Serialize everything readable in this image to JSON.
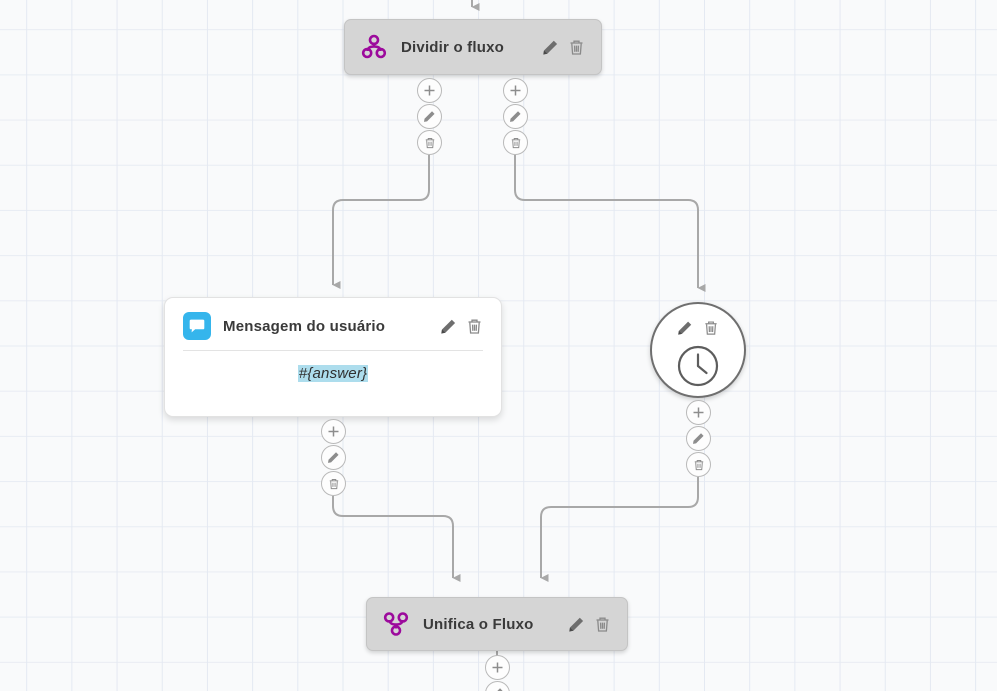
{
  "canvas": {
    "grid_color": "#e4e9f2",
    "background_color": "#f9fafb"
  },
  "palette": {
    "accent_purple": "#9c0a9c",
    "chat_blue": "#35b5ec",
    "variable_highlight": "#addded",
    "edge_gray": "#a8a8a8",
    "node_gray": "#d5d5d5"
  },
  "nodes": {
    "split": {
      "title": "Dividir o fluxo",
      "icon": "split-flow-icon",
      "edit_label": "Editar",
      "delete_label": "Excluir"
    },
    "message": {
      "title": "Mensagem do usuário",
      "icon": "chat-bubble-icon",
      "variable": "#{answer}",
      "edit_label": "Editar",
      "delete_label": "Excluir"
    },
    "delay": {
      "icon": "clock-icon",
      "edit_label": "Editar",
      "delete_label": "Excluir"
    },
    "merge": {
      "title": "Unifica o Fluxo",
      "icon": "merge-flow-icon",
      "edit_label": "Editar",
      "delete_label": "Excluir"
    }
  },
  "connector_buttons": {
    "add_label": "Adicionar",
    "edit_label": "Editar",
    "delete_label": "Excluir"
  }
}
